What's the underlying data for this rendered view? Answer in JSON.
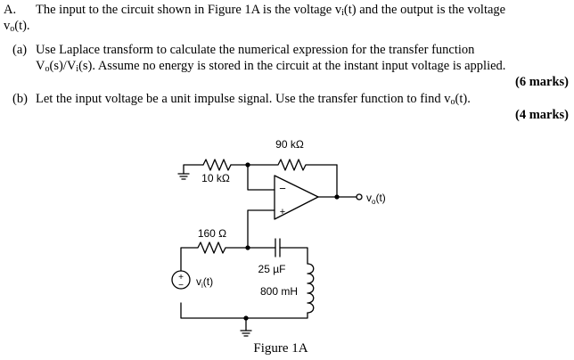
{
  "question": {
    "label": "A.",
    "intro_a": "The input to the circuit shown in Figure 1A is the voltage v",
    "intro_sub1": "i",
    "intro_b": "(t) and the output is the voltage",
    "intro_line2_v": "v",
    "intro_line2_sub": "o",
    "intro_line2_rest": "(t).",
    "part_a_label": "(a)",
    "part_a_line1": "Use Laplace transform to calculate the numerical expression for the transfer function",
    "part_a_line2_pre": "V",
    "part_a_line2_sub1": "o",
    "part_a_line2_mid": "(s)/V",
    "part_a_line2_sub2": "i",
    "part_a_line2_post": "(s). Assume no energy is stored in the circuit at the instant input voltage is applied.",
    "part_a_marks": "(6 marks)",
    "part_b_label": "(b)",
    "part_b_text": "Let the input voltage be a unit impulse signal. Use the transfer function to find v",
    "part_b_sub": "o",
    "part_b_post": "(t).",
    "part_b_marks": "(4 marks)"
  },
  "figure": {
    "caption": "Figure 1A",
    "r_feedback": "90 kΩ",
    "r_ground": "10 kΩ",
    "r_series": "160 Ω",
    "capacitor": "25 µF",
    "inductor": "800 mH",
    "source_label_v": "v",
    "source_label_sub": "i",
    "source_label_t": "(t)",
    "output_label_v": "v",
    "output_label_sub": "o",
    "output_label_t": "(t)",
    "opamp_minus": "−",
    "opamp_plus": "+",
    "source_plus": "+",
    "source_minus": "−"
  }
}
